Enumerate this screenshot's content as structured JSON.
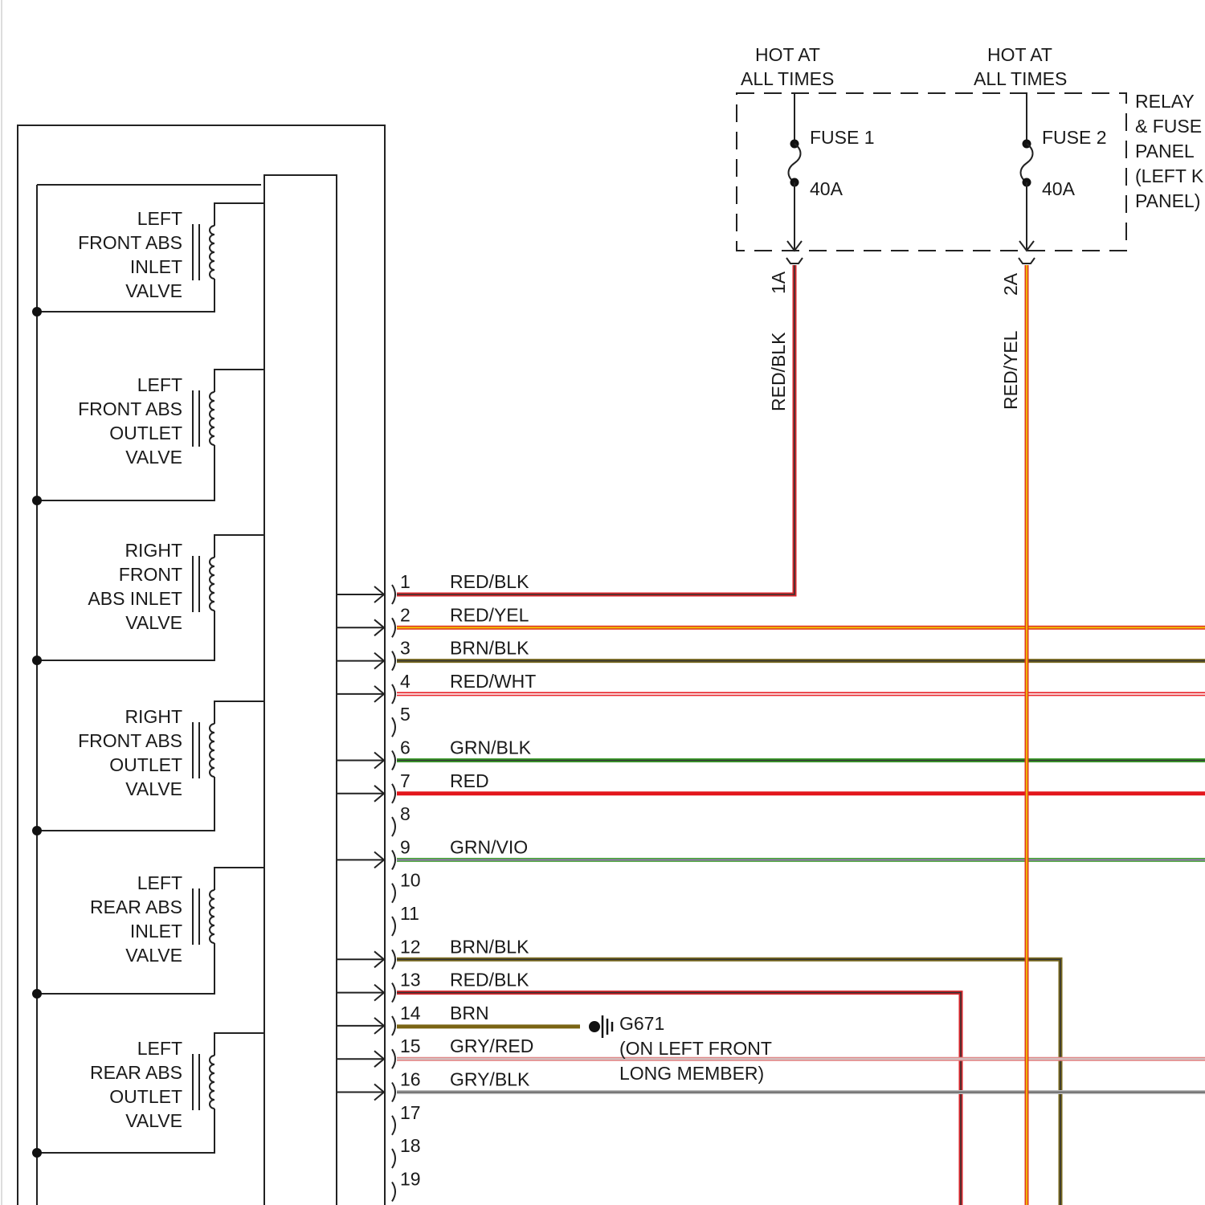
{
  "supply": {
    "hot1": [
      "HOT AT",
      "ALL TIMES"
    ],
    "hot2": [
      "HOT AT",
      "ALL TIMES"
    ],
    "fuse1": {
      "name": "FUSE 1",
      "rating": "40A",
      "terminal": "1A",
      "wire": "RED/BLK"
    },
    "fuse2": {
      "name": "FUSE 2",
      "rating": "40A",
      "terminal": "2A",
      "wire": "RED/YEL"
    },
    "panel": [
      "RELAY",
      "& FUSE",
      "PANEL",
      "(LEFT K",
      "PANEL)"
    ]
  },
  "valves": [
    {
      "lines": [
        "LEFT",
        "FRONT ABS",
        "INLET",
        "VALVE"
      ]
    },
    {
      "lines": [
        "LEFT",
        "FRONT ABS",
        "OUTLET",
        "VALVE"
      ]
    },
    {
      "lines": [
        "RIGHT",
        "FRONT",
        "ABS INLET",
        "VALVE"
      ]
    },
    {
      "lines": [
        "RIGHT",
        "FRONT ABS",
        "OUTLET",
        "VALVE"
      ]
    },
    {
      "lines": [
        "LEFT",
        "REAR ABS",
        "INLET",
        "VALVE"
      ]
    },
    {
      "lines": [
        "LEFT",
        "REAR ABS",
        "OUTLET",
        "VALVE"
      ]
    }
  ],
  "pins": [
    {
      "num": "1",
      "wire": "RED/BLK",
      "c1": "#d9262b",
      "c2": "#333333",
      "dest": "fuse1"
    },
    {
      "num": "2",
      "wire": "RED/YEL",
      "c1": "#e23a1e",
      "c2": "#f0d400",
      "dest": "edge"
    },
    {
      "num": "3",
      "wire": "BRN/BLK",
      "c1": "#7a6a1e",
      "c2": "#333333",
      "dest": "edge"
    },
    {
      "num": "4",
      "wire": "RED/WHT",
      "c1": "#e8252b",
      "c2": "#ffffff",
      "dest": "edge"
    },
    {
      "num": "5",
      "wire": "",
      "c1": "",
      "c2": "",
      "dest": "none"
    },
    {
      "num": "6",
      "wire": "GRN/BLK",
      "c1": "#3a9a2a",
      "c2": "#333333",
      "dest": "edge"
    },
    {
      "num": "7",
      "wire": "RED",
      "c1": "#e3161c",
      "c2": "#e3161c",
      "dest": "edge"
    },
    {
      "num": "8",
      "wire": "",
      "c1": "",
      "c2": "",
      "dest": "none"
    },
    {
      "num": "9",
      "wire": "GRN/VIO",
      "c1": "#48a33a",
      "c2": "#a070c0",
      "dest": "edge"
    },
    {
      "num": "10",
      "wire": "",
      "c1": "",
      "c2": "",
      "dest": "none"
    },
    {
      "num": "11",
      "wire": "",
      "c1": "",
      "c2": "",
      "dest": "none"
    },
    {
      "num": "12",
      "wire": "BRN/BLK",
      "c1": "#7a6a1e",
      "c2": "#333333",
      "dest": "down1320"
    },
    {
      "num": "13",
      "wire": "RED/BLK",
      "c1": "#d9262b",
      "c2": "#333333",
      "dest": "down1196"
    },
    {
      "num": "14",
      "wire": "BRN",
      "c1": "#7a6414",
      "c2": "#7a6414",
      "dest": "ground"
    },
    {
      "num": "15",
      "wire": "GRY/RED",
      "c1": "#e08a8a",
      "c2": "#cfcfcf",
      "dest": "edge"
    },
    {
      "num": "16",
      "wire": "GRY/BLK",
      "c1": "#b8b8b8",
      "c2": "#555555",
      "dest": "edge"
    },
    {
      "num": "17",
      "wire": "",
      "c1": "",
      "c2": "",
      "dest": "none"
    },
    {
      "num": "18",
      "wire": "",
      "c1": "",
      "c2": "",
      "dest": "none"
    },
    {
      "num": "19",
      "wire": "",
      "c1": "",
      "c2": "",
      "dest": "none"
    }
  ],
  "ground": {
    "id": "G671",
    "location": [
      "(ON LEFT FRONT",
      "LONG MEMBER)"
    ]
  }
}
